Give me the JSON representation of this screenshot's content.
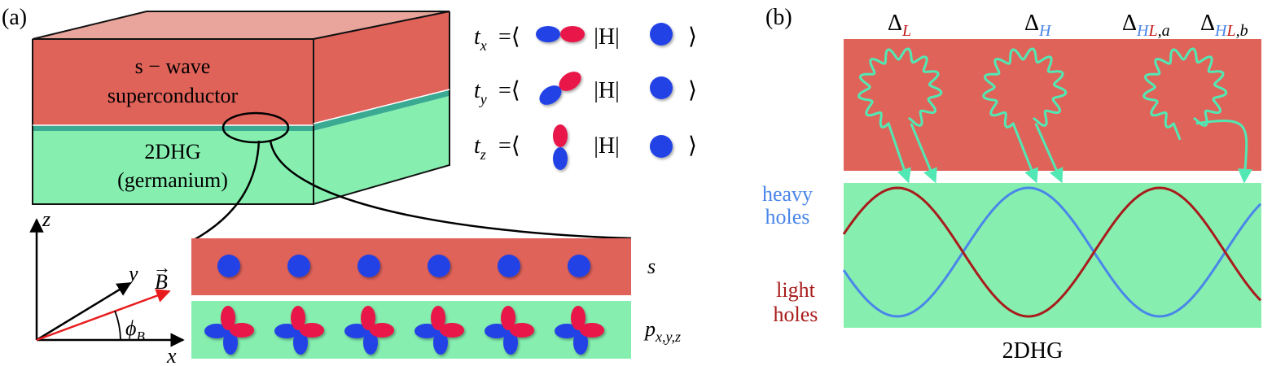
{
  "panel_a": {
    "label": "(a)",
    "block": {
      "top_label_line1": "s − wave",
      "top_label_line2": "superconductor",
      "bottom_label_line1": "2DHG",
      "bottom_label_line2": "(germanium)"
    },
    "hopping": {
      "tx_symbol": "t",
      "tx_sub": "x",
      "ty_symbol": "t",
      "ty_sub": "y",
      "tz_symbol": "t",
      "tz_sub": "z",
      "equals_bra": "=⟨",
      "op": "|H|",
      "ket": "⟩"
    },
    "axes": {
      "x": "x",
      "y": "y",
      "z": "z",
      "field_symbol": "B",
      "field_arrow": "→",
      "angle_symbol": "ϕ",
      "angle_sub": "B"
    },
    "layers": {
      "s_label": "s",
      "p_label_main": "p",
      "p_label_sub": "x,y,z",
      "s_orbital_count": 6,
      "p_orbital_count": 6
    }
  },
  "panel_b": {
    "label": "(b)",
    "gaps": {
      "delta": "Δ",
      "L_sub": "L",
      "H_sub": "H",
      "HL_a_H": "H",
      "HL_a_L": "L",
      "HL_a_suffix": ",a",
      "HL_b_H": "H",
      "HL_b_L": "L",
      "HL_b_suffix": ",b"
    },
    "heavy_line1": "heavy",
    "heavy_line2": "holes",
    "light_line1": "light",
    "light_line2": "holes",
    "bottom_label": "2DHG"
  },
  "colors": {
    "sc_red": "#e0635a",
    "sc_top": "#e9a59c",
    "green": "#86efb0",
    "teal_stripe": "#3aaa92",
    "orbital_blue": "#2443e6",
    "orbital_red": "#e8174a",
    "wiggle": "#52e8b3",
    "heavy_blue": "#4a86e8",
    "light_red": "#a81c1c",
    "field_red": "#e81c1c"
  }
}
